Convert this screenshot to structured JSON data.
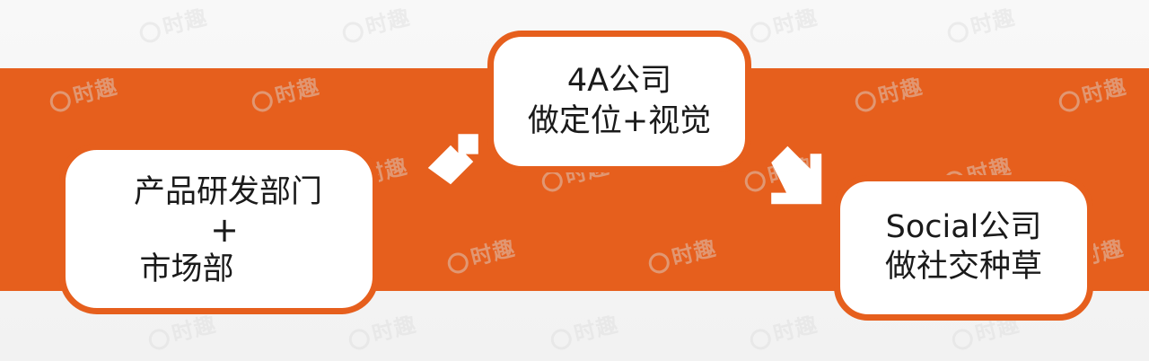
{
  "diagram": {
    "boxes": {
      "left": {
        "line_1": "产品研发部门",
        "line_2": "+",
        "line_3": "市场部"
      },
      "middle": {
        "line_1": "4A公司",
        "line_2": "做定位+视觉"
      },
      "right": {
        "line_1": "Social公司",
        "line_2": "做社交种草"
      }
    },
    "colors": {
      "accent": "#E65F1D",
      "box_fill": "#FFFFFF",
      "text": "#1A1A1A",
      "background": "#F5F5F5"
    },
    "icons": {
      "up_arrow": "up-right-arrow-icon",
      "down_arrow": "down-right-arrow-icon"
    },
    "watermark": {
      "text": "时趣"
    }
  }
}
